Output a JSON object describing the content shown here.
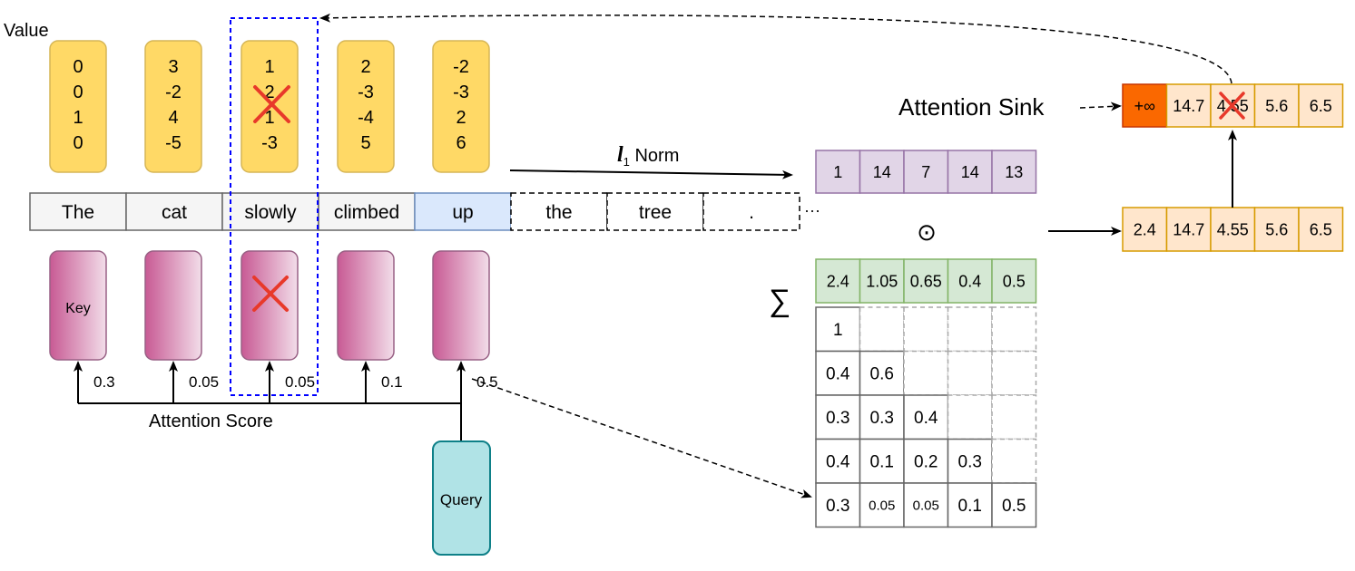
{
  "value_label": "Value",
  "value_columns": [
    [
      "0",
      "0",
      "1",
      "0"
    ],
    [
      "3",
      "-2",
      "4",
      "-5"
    ],
    [
      "1",
      "2",
      "1",
      "-3"
    ],
    [
      "2",
      "-3",
      "-4",
      "5"
    ],
    [
      "-2",
      "-3",
      "2",
      "6"
    ]
  ],
  "tokens": [
    "The",
    "cat",
    "slowly",
    "climbed",
    "up",
    "the",
    "tree",
    "."
  ],
  "ellipsis": "···",
  "key_label": "Key",
  "key_scores": [
    "0.3",
    "0.05",
    "0.05",
    "0.1",
    "0.5"
  ],
  "attention_score_label": "Attention Score",
  "query_label": "Query",
  "norm_label_symbol": "l",
  "norm_label_sub": "1",
  "norm_label_text": " Norm",
  "norm_values": [
    "1",
    "14",
    "7",
    "14",
    "13"
  ],
  "odot_symbol": "⊙",
  "sum_symbol": "∑",
  "sum_values": [
    "2.4",
    "1.05",
    "0.65",
    "0.4",
    "0.5"
  ],
  "attention_matrix": [
    [
      "1"
    ],
    [
      "0.4",
      "0.6"
    ],
    [
      "0.3",
      "0.3",
      "0.4"
    ],
    [
      "0.4",
      "0.1",
      "0.2",
      "0.3"
    ],
    [
      "0.3",
      "0.05",
      "0.05",
      "0.1",
      "0.5"
    ]
  ],
  "product_values": [
    "2.4",
    "14.7",
    "4.55",
    "5.6",
    "6.5"
  ],
  "sink_label": "Attention Sink",
  "sink_values": [
    "+∞",
    "14.7",
    "4.55",
    "5.6",
    "6.5"
  ],
  "colors": {
    "value_fill": "#ffd966",
    "value_stroke": "#d6b656",
    "key_fill": "#c85a94",
    "key_stroke": "#996185",
    "query_fill": "#b0e3e6",
    "query_stroke": "#0e8088",
    "token_fill": "#f5f5f5",
    "token_stroke": "#666666",
    "token_active_fill": "#dae8fc",
    "token_active_stroke": "#6c8ebf",
    "norm_fill": "#e1d5e7",
    "norm_stroke": "#9673a6",
    "sum_fill": "#d5e8d4",
    "sum_stroke": "#82b366",
    "product_fill": "#ffe6cc",
    "product_stroke": "#d79b00",
    "sink_fill": "#fa6800",
    "sink_stroke": "#c73500",
    "cross": "#e8392a",
    "evict_box": "#0000ff"
  }
}
